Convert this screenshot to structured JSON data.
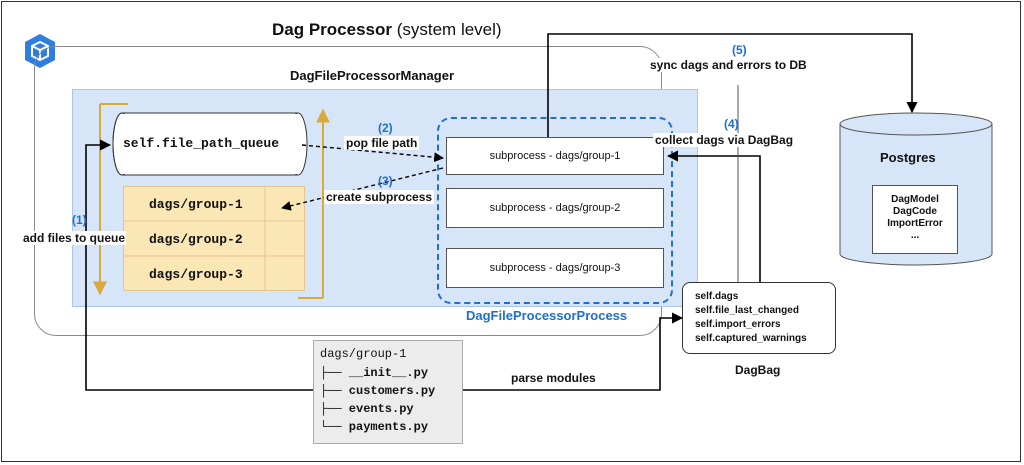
{
  "title": {
    "bold": "Dag Processor",
    "rest": " (system level)"
  },
  "manager": {
    "label": "DagFileProcessorManager"
  },
  "queue": {
    "label": "self.file_path_queue"
  },
  "queue_groups": [
    "dags/group-1",
    "dags/group-2",
    "dags/group-3"
  ],
  "processor": {
    "label": "DagFileProcessorProcess",
    "subprocesses": [
      "subprocess - dags/group-1",
      "subprocess - dags/group-2",
      "subprocess - dags/group-3"
    ]
  },
  "steps": {
    "s1_num": "(1)",
    "s1_text": "add files to queue",
    "s2_num": "(2)",
    "s2_text": "pop file path",
    "s3_num": "(3)",
    "s3_text": "create subprocess",
    "s4_num": "(4)",
    "s4_text": "collect dags via DagBag",
    "s5_num": "(5)",
    "s5_text": "sync dags and errors to DB",
    "parse_text": "parse modules"
  },
  "dagbag": {
    "label": "DagBag",
    "attrs": [
      "self.dags",
      "self.file_last_changed",
      "self.import_errors",
      "self.captured_warnings"
    ]
  },
  "postgres": {
    "label": "Postgres",
    "tables": [
      "DagModel",
      "DagCode",
      "ImportError",
      "..."
    ]
  },
  "files": {
    "folder": "dags/group-1",
    "entries": [
      "├── __init__.py",
      "├── customers.py",
      "├── events.py",
      "└── payments.py"
    ]
  },
  "colors": {
    "accent": "#1f6fd1",
    "panel": "#d6e5f8",
    "queue_fill": "#fbe7b5",
    "arrow_gold": "#d9a93c"
  }
}
